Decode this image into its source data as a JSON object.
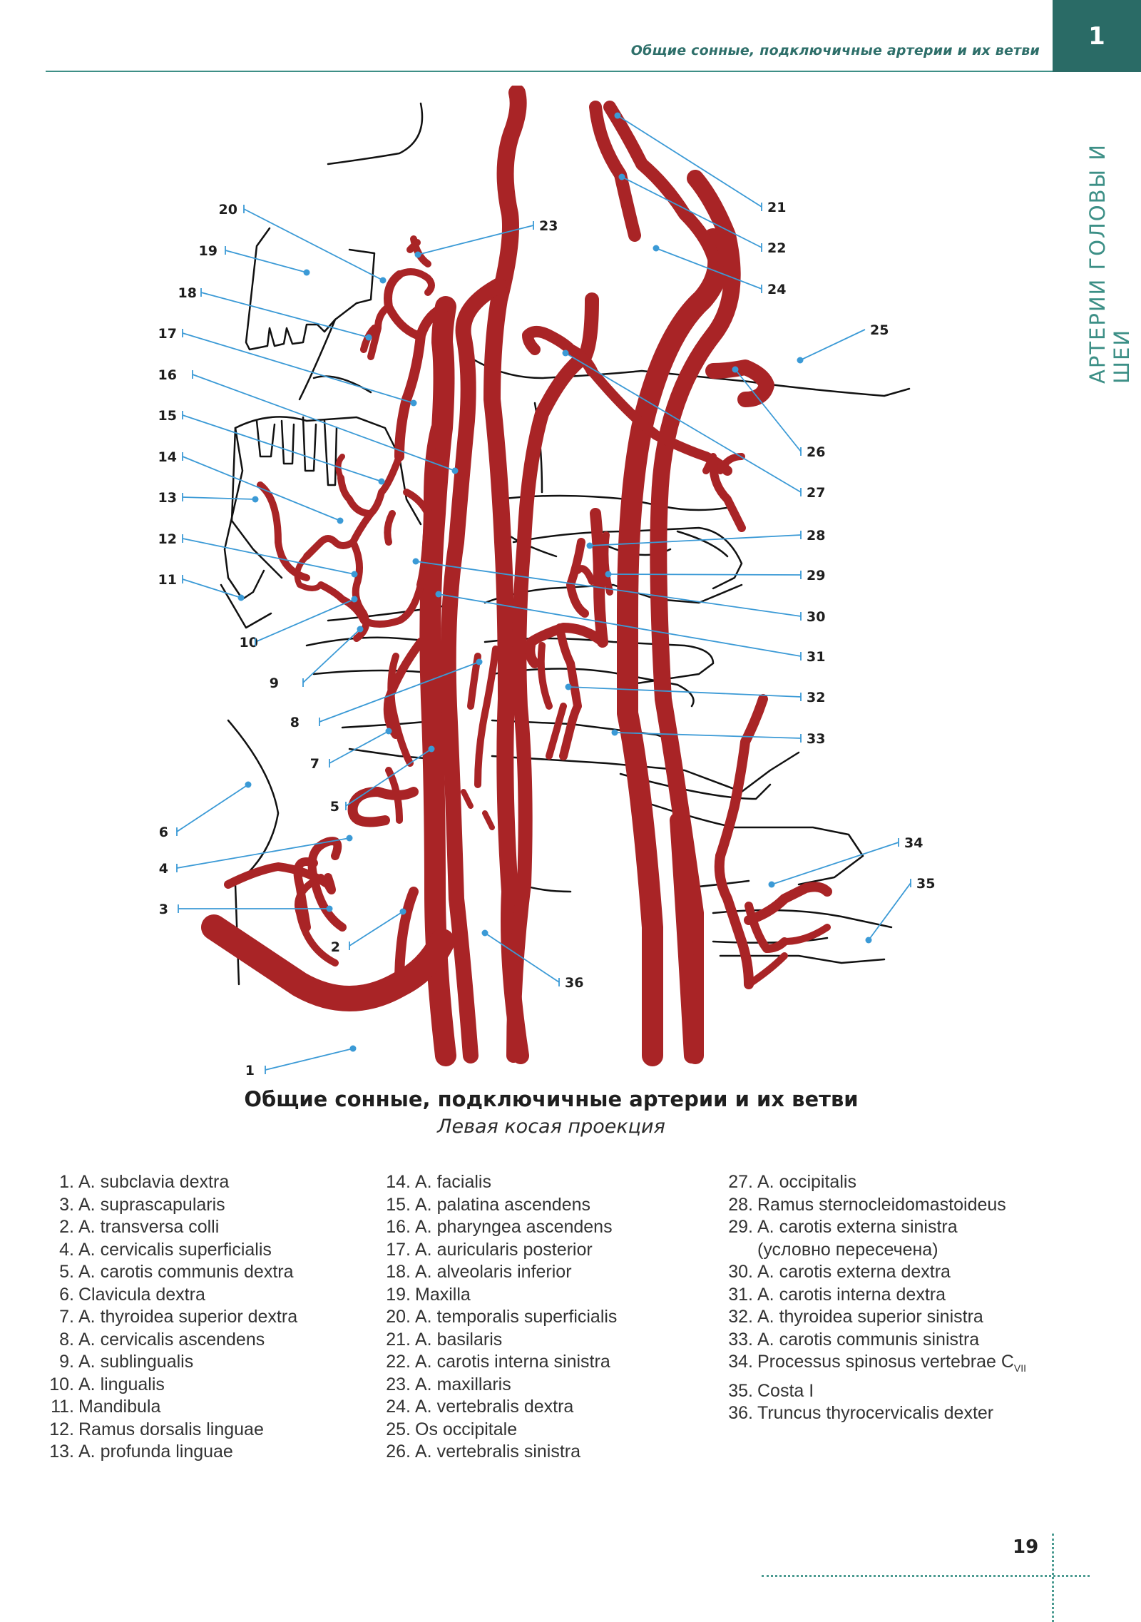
{
  "header": {
    "running_title": "Общие сонные, подключичные артерии и их ветви",
    "chapter_number": "1",
    "side_title": "АРТЕРИИ ГОЛОВЫ И ШЕИ"
  },
  "figure": {
    "caption_title": "Общие сонные, подключичные артерии и их ветви",
    "caption_subtitle": "Левая косая проекция",
    "artery_color": "#a92426",
    "leader_color": "#3b9ad6",
    "labels": [
      "1",
      "2",
      "3",
      "4",
      "5",
      "6",
      "7",
      "8",
      "9",
      "10",
      "11",
      "12",
      "13",
      "14",
      "15",
      "16",
      "17",
      "18",
      "19",
      "20",
      "21",
      "22",
      "23",
      "24",
      "25",
      "26",
      "27",
      "28",
      "29",
      "30",
      "31",
      "32",
      "33",
      "34",
      "35",
      "36"
    ]
  },
  "legend": {
    "col1": [
      {
        "num": "1.",
        "text": "A. subclavia dextra"
      },
      {
        "num": "3.",
        "text": "A. suprascapularis"
      },
      {
        "num": "2.",
        "text": "A. transversa colli"
      },
      {
        "num": "4.",
        "text": "A. cervicalis superficialis"
      },
      {
        "num": "5.",
        "text": "A. carotis communis dextra"
      },
      {
        "num": "6.",
        "text": "Clavicula dextra"
      },
      {
        "num": "7.",
        "text": "A. thyroidea superior dextra"
      },
      {
        "num": "8.",
        "text": "A. cervicalis ascendens"
      },
      {
        "num": "9.",
        "text": "A. sublingualis"
      },
      {
        "num": "10.",
        "text": "A. lingualis"
      },
      {
        "num": "11.",
        "text": "Mandibula"
      },
      {
        "num": "12.",
        "text": "Ramus dorsalis linguae"
      },
      {
        "num": "13.",
        "text": "A. profunda linguae"
      }
    ],
    "col2": [
      {
        "num": "14.",
        "text": "A. facialis"
      },
      {
        "num": "15.",
        "text": "A. palatina ascendens"
      },
      {
        "num": "16.",
        "text": "A. pharyngea ascendens"
      },
      {
        "num": "17.",
        "text": "A. auricularis posterior"
      },
      {
        "num": "18.",
        "text": "A. alveolaris inferior"
      },
      {
        "num": "19.",
        "text": "Maxilla"
      },
      {
        "num": "20.",
        "text": "A. temporalis superficialis"
      },
      {
        "num": "21.",
        "text": "A. basilaris"
      },
      {
        "num": "22.",
        "text": "A. carotis interna sinistra"
      },
      {
        "num": "23.",
        "text": "A. maxillaris"
      },
      {
        "num": "24.",
        "text": "A. vertebralis dextra"
      },
      {
        "num": "25.",
        "text": "Os occipitale"
      },
      {
        "num": "26.",
        "text": "A. vertebralis sinistra"
      }
    ],
    "col3": [
      {
        "num": "27.",
        "text": "A. occipitalis"
      },
      {
        "num": "28.",
        "text": "Ramus sternocleidomastoideus"
      },
      {
        "num": "29.",
        "text": "A. carotis externa sinistra"
      },
      {
        "num": "",
        "text": "(условно пересечена)"
      },
      {
        "num": "30.",
        "text": "A. carotis externa dextra"
      },
      {
        "num": "31.",
        "text": "A. carotis interna dextra"
      },
      {
        "num": "32.",
        "text": "A. thyroidea superior sinistra"
      },
      {
        "num": "33.",
        "text": "A. carotis communis sinistra"
      },
      {
        "num": "34.",
        "text": "Processus spinosus vertebrae C",
        "sub": "VII"
      },
      {
        "num": "35.",
        "text": "Costa I"
      },
      {
        "num": "36.",
        "text": "Truncus thyrocervicalis dexter"
      }
    ]
  },
  "page_number": "19"
}
